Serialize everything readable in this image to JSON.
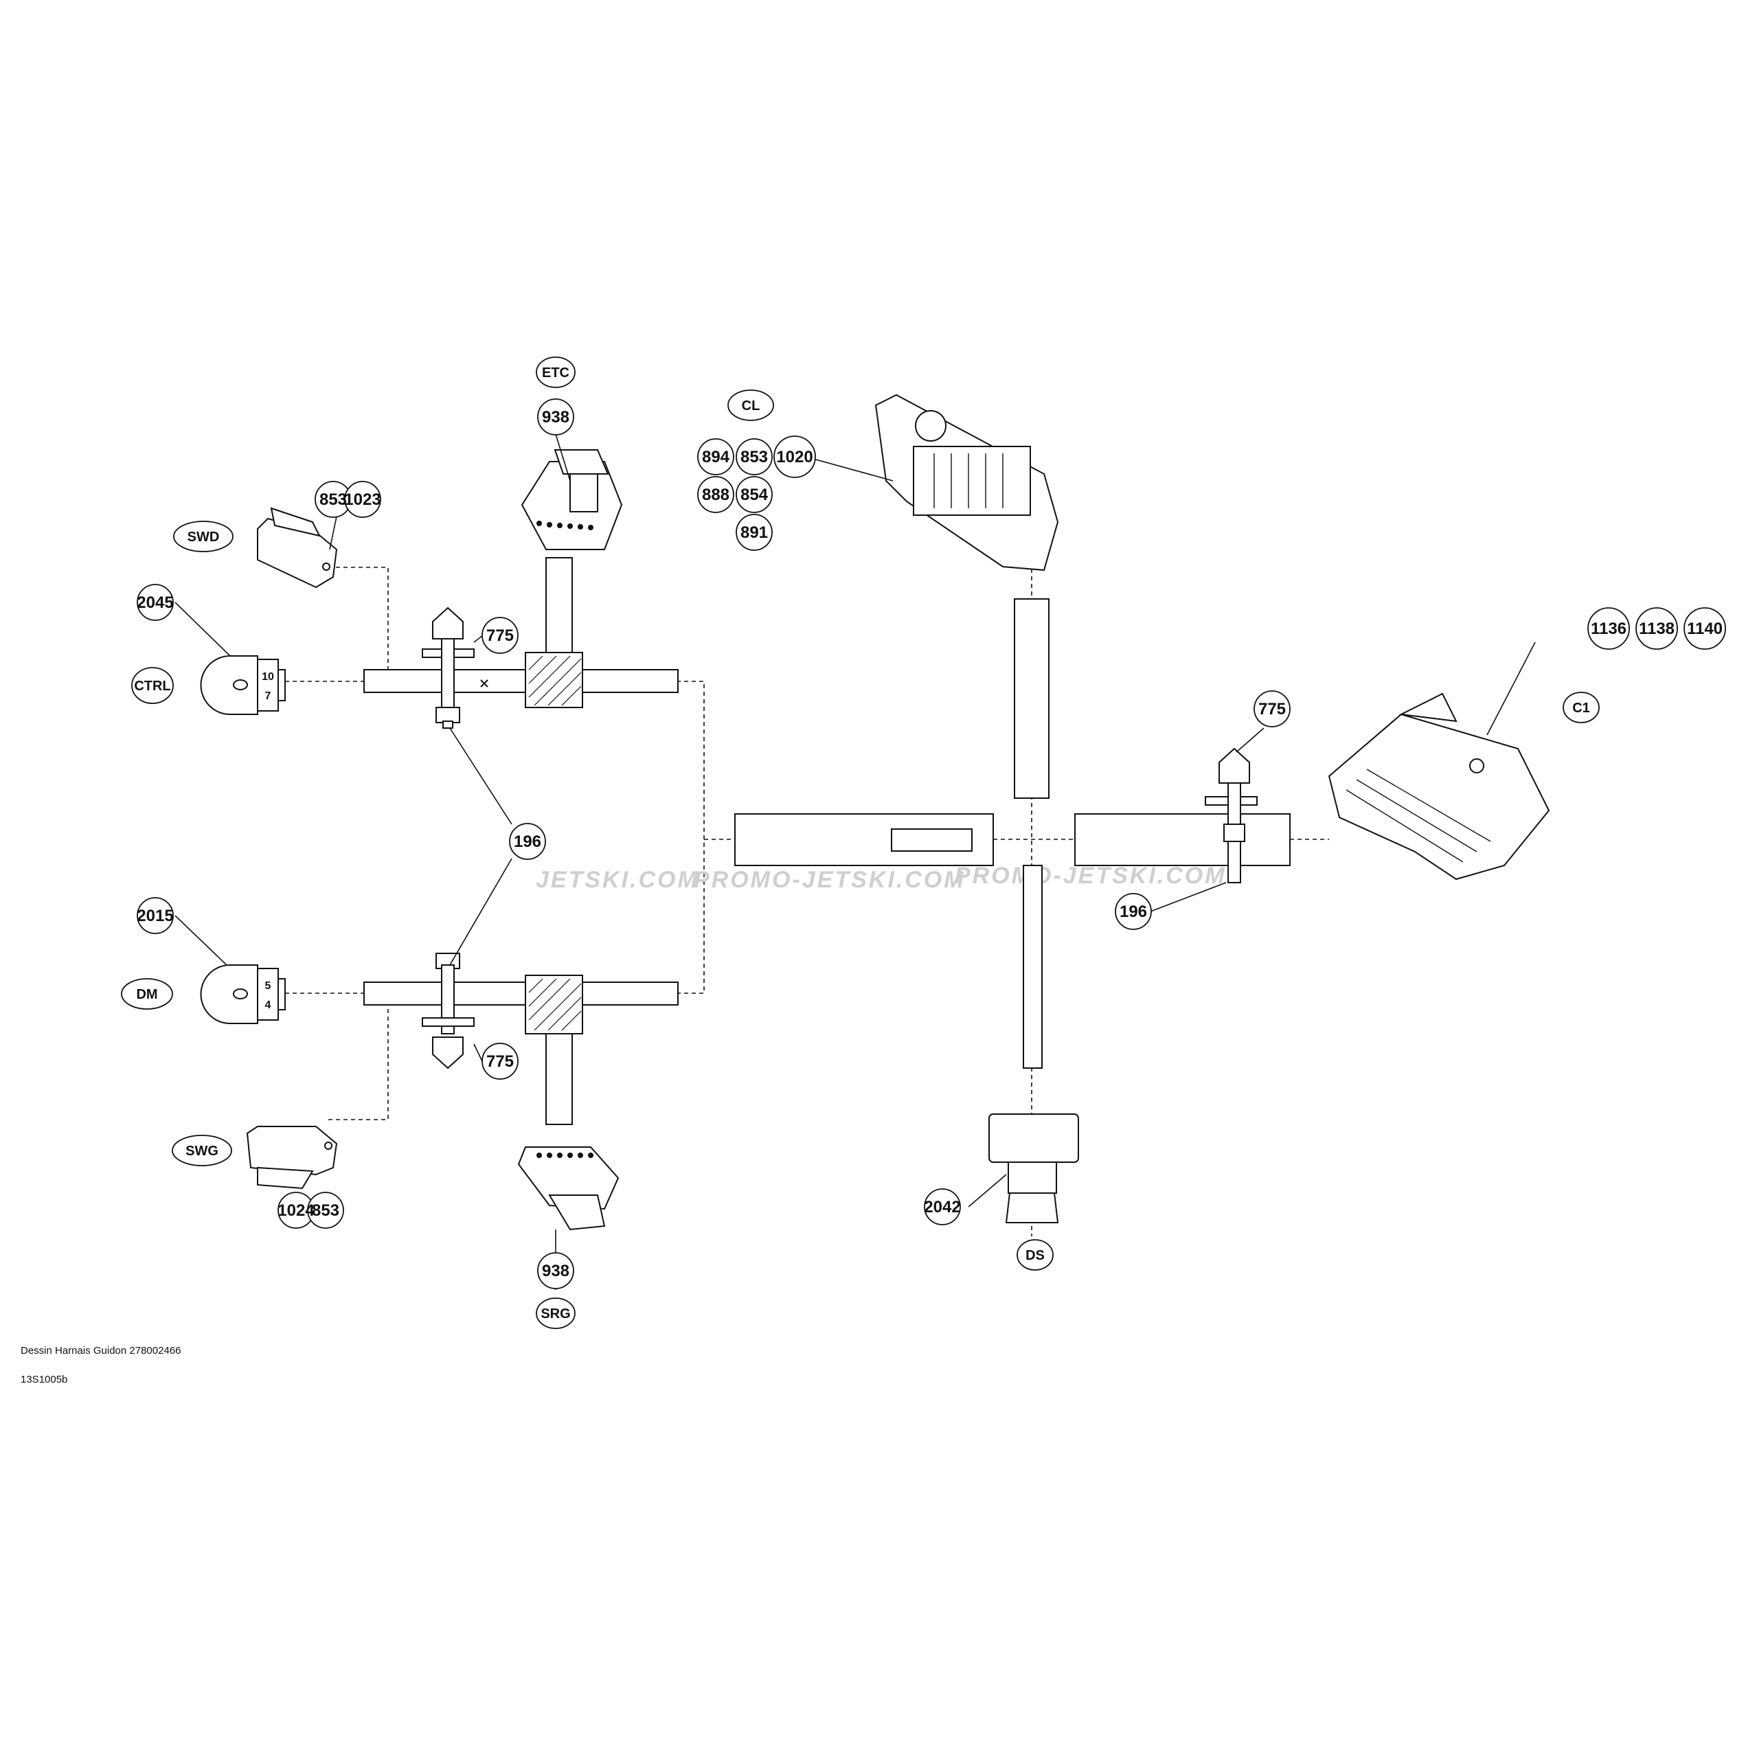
{
  "callouts": {
    "etc_conn": "938",
    "srg_conn": "938",
    "swd_1": "853",
    "swd_2": "1023",
    "swg_1": "1024",
    "swg_2": "853",
    "ctrl_sensor": "2045",
    "dm_sensor": "2015",
    "clip_top_left": "775",
    "clip_bottom_left": "775",
    "clip_right": "775",
    "tie_left": "196",
    "tie_right": "196",
    "cl_1": "894",
    "cl_2": "853",
    "cl_3": "1020",
    "cl_4": "888",
    "cl_5": "854",
    "cl_6": "891",
    "c1_1": "1136",
    "c1_2": "1138",
    "c1_3": "1140",
    "ds_sensor": "2042"
  },
  "tags": {
    "etc": "ETC",
    "cl": "CL",
    "swd": "SWD",
    "ctrl": "CTRL",
    "dm": "DM",
    "swg": "SWG",
    "srg": "SRG",
    "c1": "C1",
    "ds": "DS"
  },
  "pins": {
    "ctrl_top": "10",
    "ctrl_bottom": "7",
    "dm_top": "5",
    "dm_bottom": "4"
  },
  "watermark": {
    "w1": "JETSKI.COM",
    "w2": "PROMO-JETSKI.COM",
    "w3": "PROMO-JETSKI.COM"
  },
  "footer": {
    "title": "Dessin Harnais Guidon 278002466",
    "code": "13S1005b"
  }
}
